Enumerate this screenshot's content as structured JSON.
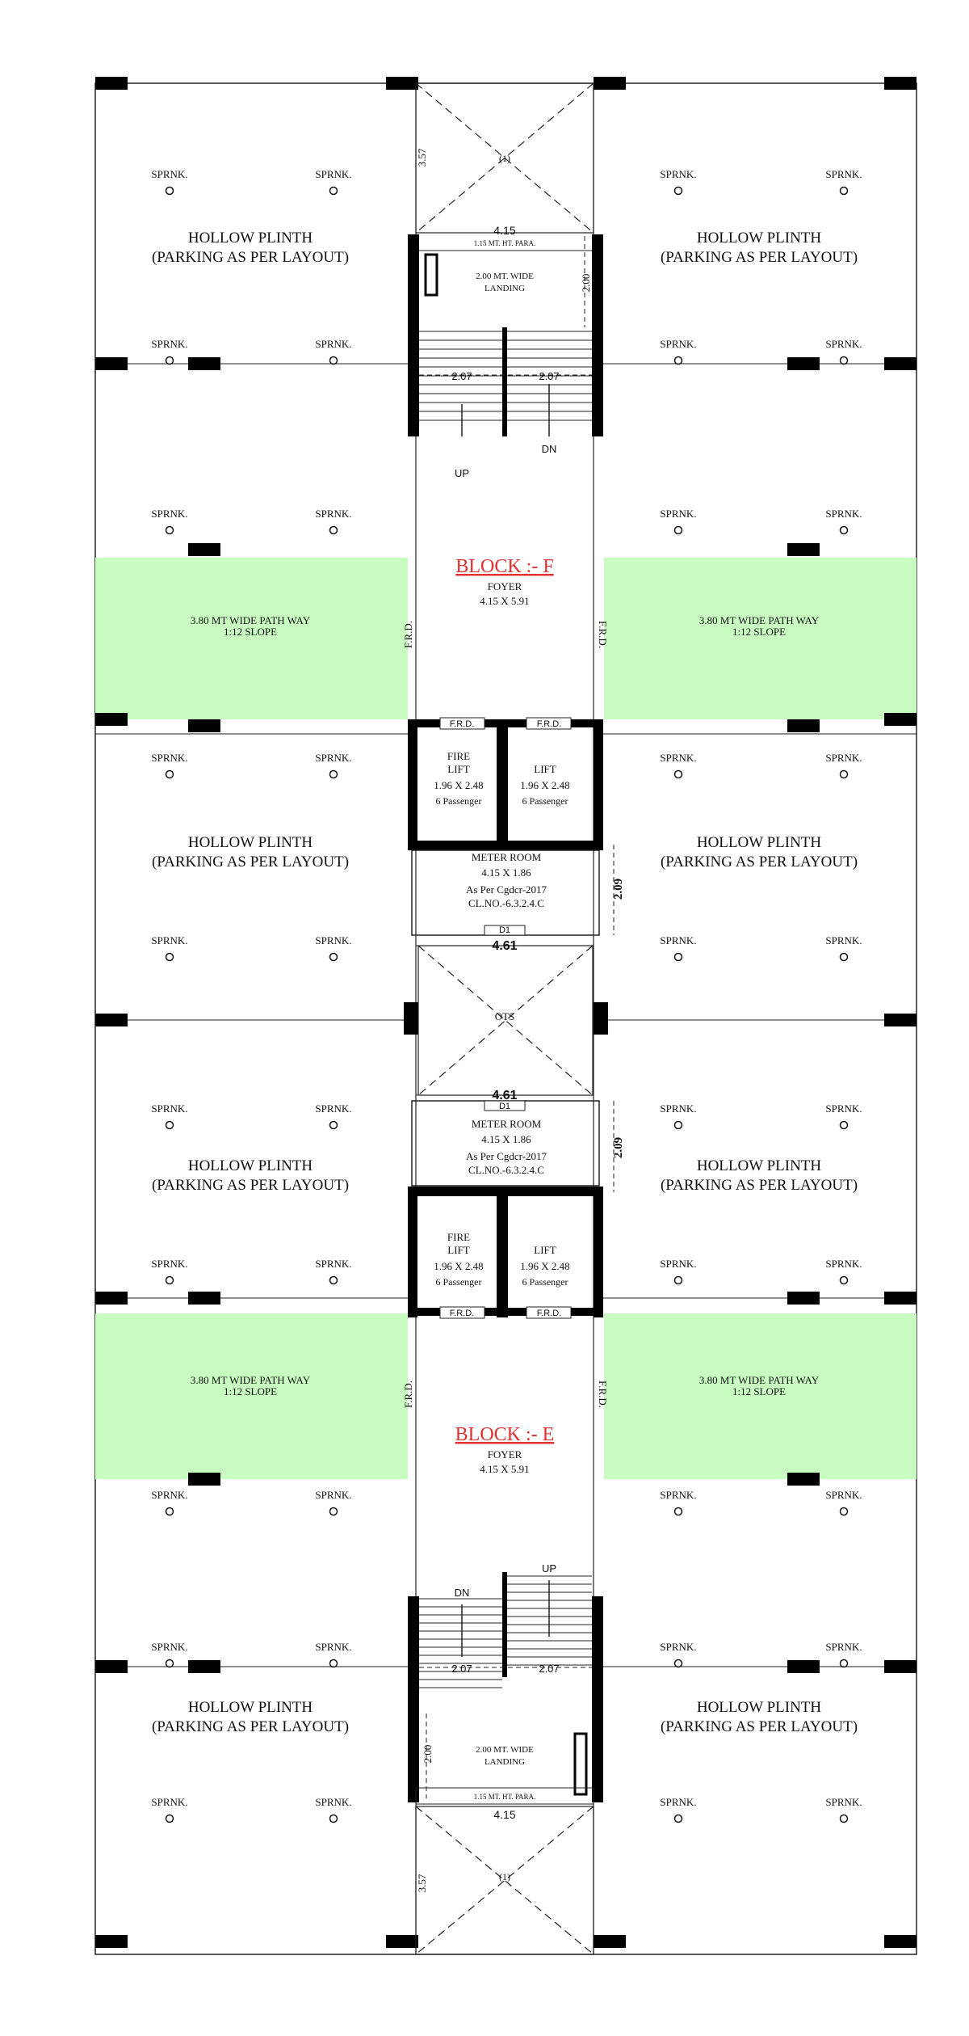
{
  "labels": {
    "sprinkler": "SPRNK.",
    "plinth_line1": "HOLLOW PLINTH",
    "plinth_line2": "(PARKING AS PER LAYOUT)",
    "pathway_line1": "3.80 MT WIDE  PATH WAY",
    "pathway_line2": "1:12 SLOPE",
    "frd": "F.R.D.",
    "foyer": "FOYER",
    "foyer_size": "4.15 X 5.91",
    "fire_lift_1": "FIRE",
    "fire_lift_2": "LIFT",
    "lift": "LIFT",
    "lift_size": "1.96 X 2.48",
    "lift_capacity": "6 Passenger",
    "meter_room": "METER ROOM",
    "meter_size": "4.15 X 1.86",
    "meter_note1": "As Per Cgdcr-2017",
    "meter_note2": "CL.NO.-6.3.2.4.C",
    "d1": "D1",
    "landing_1": "2.00 MT. WIDE",
    "landing_2": "LANDING",
    "parapet": "1.15 MT. HT. PARA.",
    "up": "UP",
    "dn": "DN",
    "ots": "OTS",
    "void_mark": "(1)",
    "dim_415": "4.15",
    "dim_357": "3.57",
    "dim_200": "2.00",
    "dim_207": "2.07",
    "dim_461": "4.61",
    "dim_209": "2.09"
  },
  "blocks": {
    "f": {
      "title": "BLOCK :- F"
    },
    "e": {
      "title": "BLOCK :- E"
    }
  },
  "colors": {
    "pathway": "#c8fcc0",
    "title": "#e03030",
    "wall": "#000000",
    "line": "#222222"
  }
}
